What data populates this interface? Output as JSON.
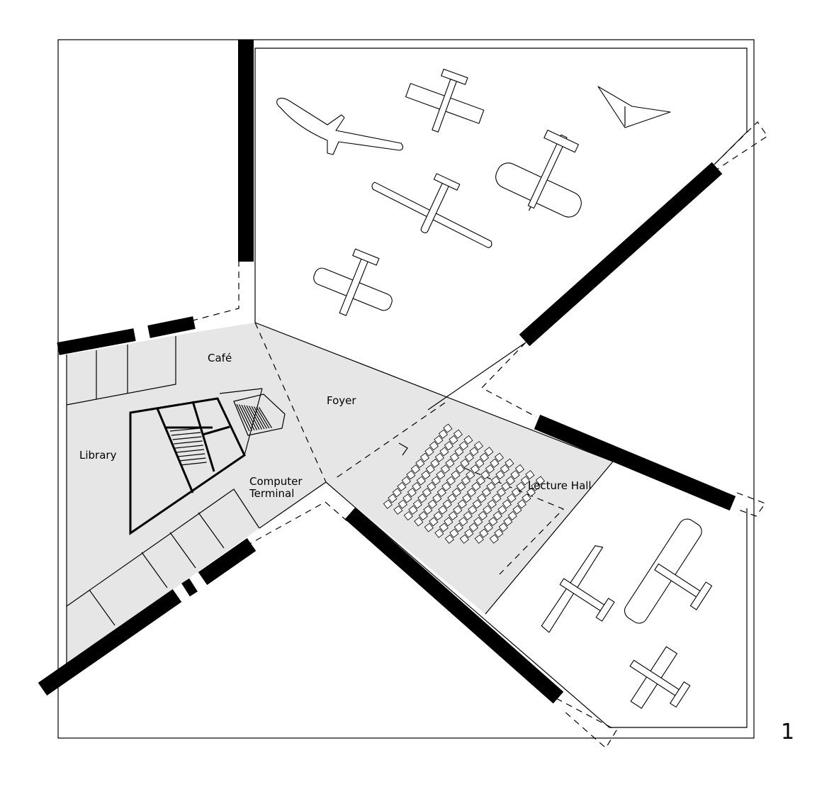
{
  "figure_number": "1",
  "rooms": {
    "cafe": "Café",
    "foyer": "Foyer",
    "library": "Library",
    "computer_terminal_line1": "Computer",
    "computer_terminal_line2": "Terminal",
    "lecture_hall": "Lecture Hall"
  },
  "colors": {
    "public_zone_fill": "#e6e6e6",
    "line": "#000000",
    "background": "#ffffff"
  },
  "icons": [
    "aircraft-exhibit-icon",
    "seating-row-icon",
    "staircase-icon"
  ]
}
